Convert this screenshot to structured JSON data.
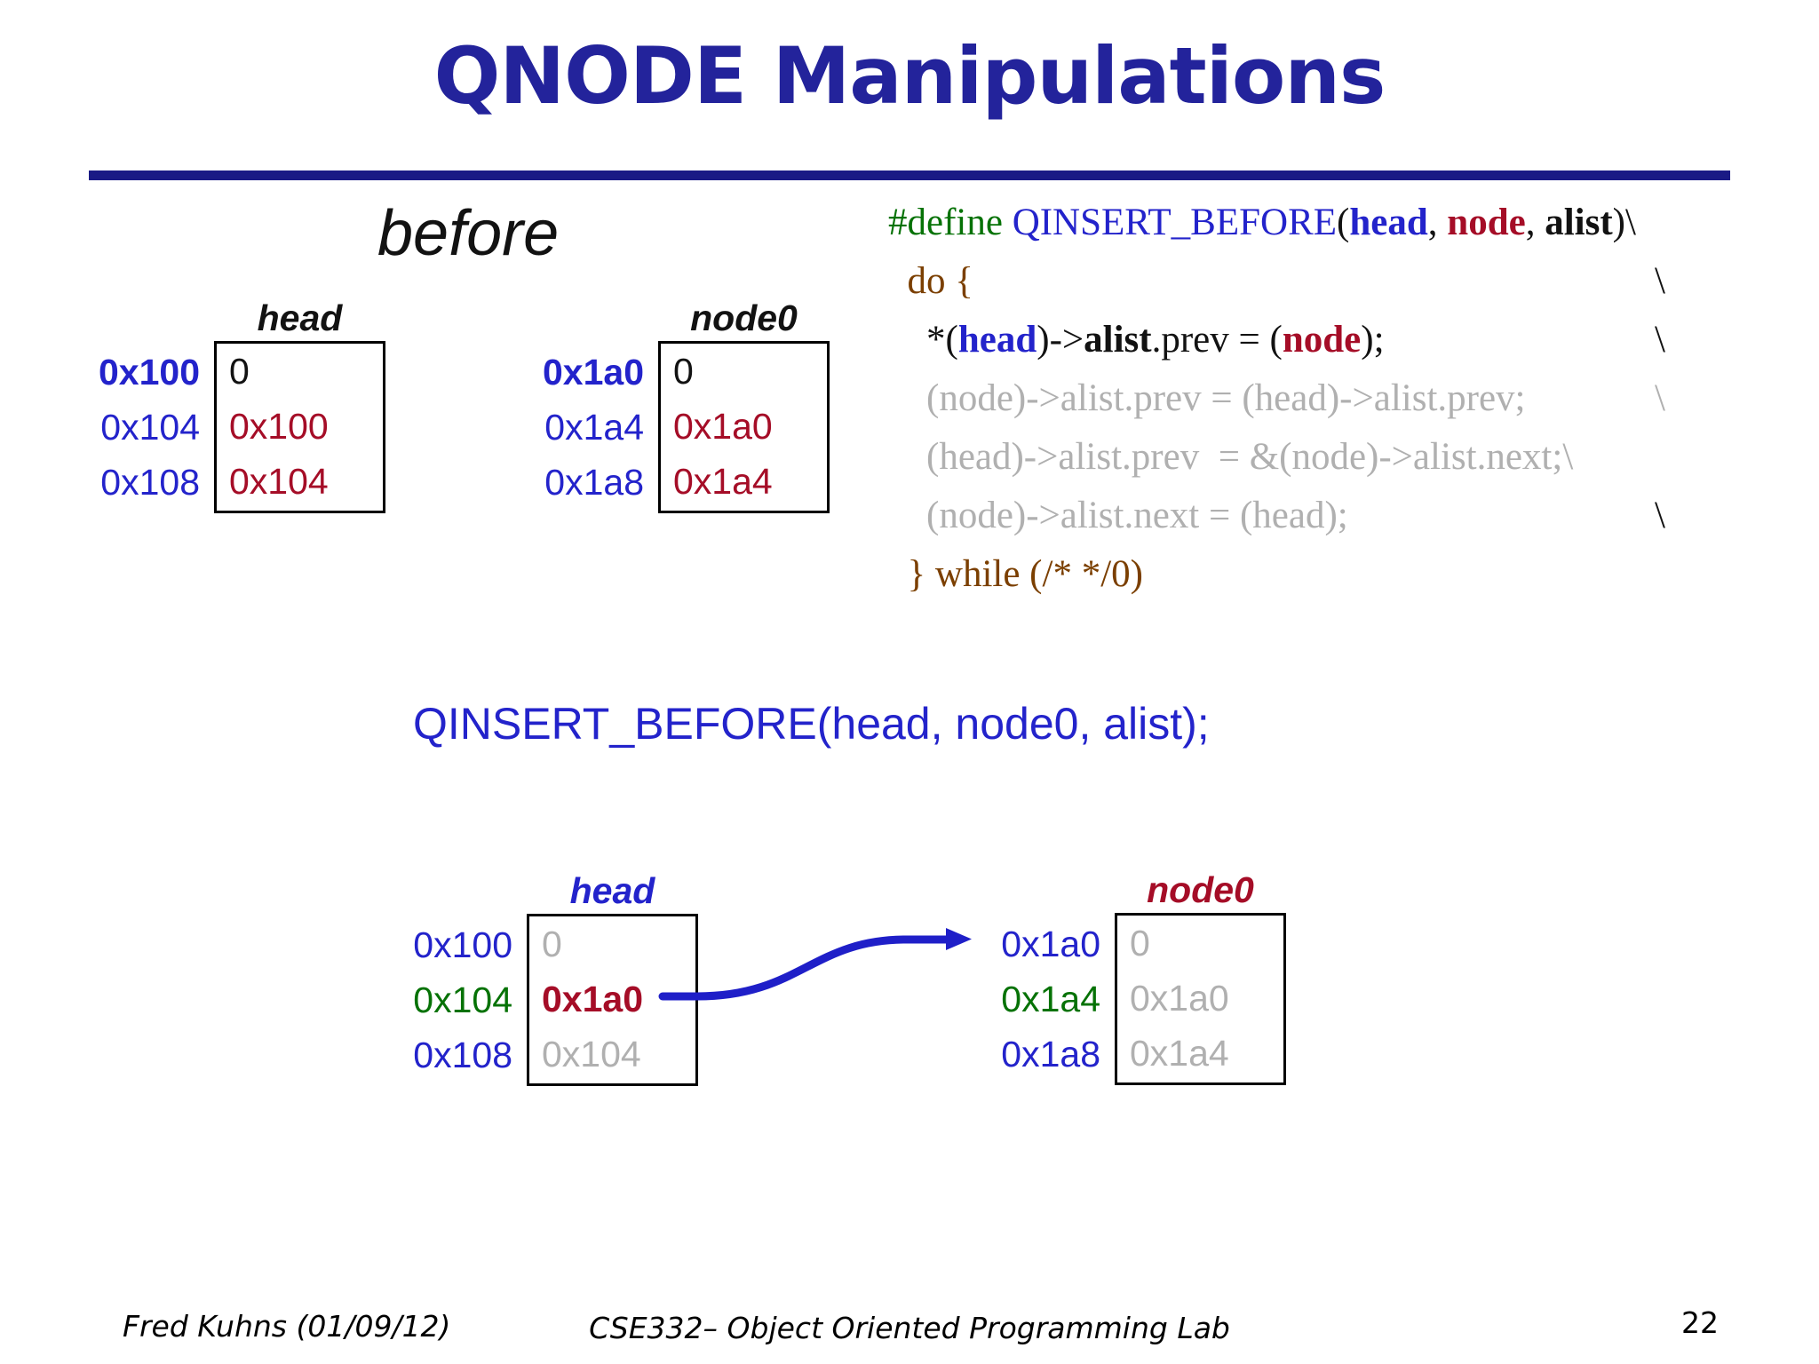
{
  "title": "QNODE Manipulations",
  "before_label": "before",
  "call_text": "QINSERT_BEFORE(head, node0, alist);",
  "colors": {
    "title_navy": "#23239B",
    "rule_navy": "#1A1A85",
    "blue": "#2323CB",
    "darkred": "#A50D27",
    "green": "#067206",
    "gray": "#B0B0B0",
    "brown": "#7B3F00",
    "black": "#121212",
    "arrow_blue": "#1F1FC8"
  },
  "tables": {
    "before_head": {
      "label": "head",
      "label_c": "black-b",
      "rows": [
        {
          "addr": "0x100",
          "addr_c": "blue-b",
          "val": "0",
          "val_c": "black"
        },
        {
          "addr": "0x104",
          "addr_c": "blue",
          "val": "0x100",
          "val_c": "darkred"
        },
        {
          "addr": "0x108",
          "addr_c": "blue",
          "val": "0x104",
          "val_c": "darkred"
        }
      ]
    },
    "before_node0": {
      "label": "node0",
      "label_c": "black-b",
      "rows": [
        {
          "addr": "0x1a0",
          "addr_c": "blue-b",
          "val": "0",
          "val_c": "black"
        },
        {
          "addr": "0x1a4",
          "addr_c": "blue",
          "val": "0x1a0",
          "val_c": "darkred"
        },
        {
          "addr": "0x1a8",
          "addr_c": "blue",
          "val": "0x1a4",
          "val_c": "darkred"
        }
      ]
    },
    "after_head": {
      "label": "head",
      "label_c": "blue-b",
      "rows": [
        {
          "addr": "0x100",
          "addr_c": "blue",
          "val": "0",
          "val_c": "gray"
        },
        {
          "addr": "0x104",
          "addr_c": "green",
          "val": "0x1a0",
          "val_c": "darkred-b"
        },
        {
          "addr": "0x108",
          "addr_c": "blue",
          "val": "0x104",
          "val_c": "gray"
        }
      ]
    },
    "after_node0": {
      "label": "node0",
      "label_c": "darkred-b",
      "rows": [
        {
          "addr": "0x1a0",
          "addr_c": "blue",
          "val": "0",
          "val_c": "gray"
        },
        {
          "addr": "0x1a4",
          "addr_c": "green",
          "val": "0x1a0",
          "val_c": "gray"
        },
        {
          "addr": "0x1a8",
          "addr_c": "blue",
          "val": "0x1a4",
          "val_c": "gray"
        }
      ]
    }
  },
  "code": {
    "lines": [
      {
        "segments": [
          {
            "t": "#define ",
            "c": "green"
          },
          {
            "t": "QINSERT_BEFORE",
            "c": "blue"
          },
          {
            "t": "(",
            "c": "black"
          },
          {
            "t": "head",
            "c": "blue-b"
          },
          {
            "t": ", ",
            "c": "black"
          },
          {
            "t": "node",
            "c": "darkred-b"
          },
          {
            "t": ", ",
            "c": "black"
          },
          {
            "t": "alist",
            "c": "black-b"
          },
          {
            "t": ")\\",
            "c": "black"
          }
        ],
        "trail": "",
        "trail_c": "black"
      },
      {
        "segments": [
          {
            "t": "  do {",
            "c": "brown"
          }
        ],
        "trail": "\\",
        "trail_c": "black"
      },
      {
        "segments": [
          {
            "t": "    *(",
            "c": "black"
          },
          {
            "t": "head",
            "c": "blue-b"
          },
          {
            "t": ")->",
            "c": "black"
          },
          {
            "t": "alist",
            "c": "black-b"
          },
          {
            "t": ".prev = (",
            "c": "black"
          },
          {
            "t": "node",
            "c": "darkred-b"
          },
          {
            "t": ");",
            "c": "black"
          }
        ],
        "trail": "\\",
        "trail_c": "black"
      },
      {
        "segments": [
          {
            "t": "    (node)->alist.prev = (head)->alist.prev;",
            "c": "gray"
          }
        ],
        "trail": "\\",
        "trail_c": "gray"
      },
      {
        "segments": [
          {
            "t": "    (head)->alist.prev  = &(node)->alist.next;\\",
            "c": "gray"
          }
        ],
        "trail": "",
        "trail_c": "gray"
      },
      {
        "segments": [
          {
            "t": "    (node)->alist.next = (head);",
            "c": "gray"
          }
        ],
        "trail": "\\",
        "trail_c": "black"
      },
      {
        "segments": [
          {
            "t": "  } while (/* */0)",
            "c": "brown"
          }
        ],
        "trail": "",
        "trail_c": "black"
      }
    ]
  },
  "footer": {
    "author": "Fred Kuhns (01/09/12)",
    "course": "CSE332– Object Oriented Programming Lab",
    "page": "22"
  }
}
